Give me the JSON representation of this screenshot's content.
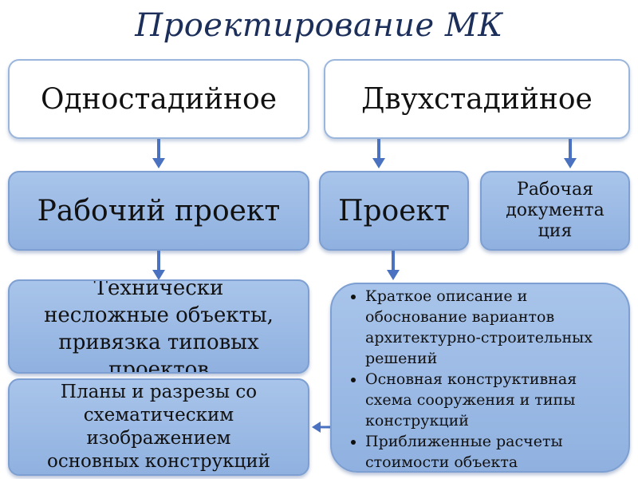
{
  "title": "Проектирование МК",
  "top_boxes": {
    "left": "Одностадийное",
    "right": "Двухстадийное"
  },
  "mid_boxes": {
    "working_project": "Рабочий проект",
    "project": "Проект",
    "working_docs_lines": [
      "Рабочая",
      "документа",
      "ция"
    ]
  },
  "lower_left": {
    "simple_objects_lines": [
      "Технически",
      "несложные объекты,",
      "привязка типовых",
      "проектов"
    ],
    "plans_lines": [
      "Планы и разрезы со",
      "схематическим",
      "изображением",
      "основных конструкций"
    ]
  },
  "project_contents": [
    "Краткое описание и обоснование вариантов архитектурно-строительных решений",
    "Основная конструктивная схема сооружения и типы конструкций",
    "Приближенные расчеты стоимости объекта"
  ],
  "colors": {
    "title": "#1c2f5a",
    "arrow": "#4a72c0",
    "box_fill": "#9dbbe6",
    "box_border": "#7d9fd2"
  }
}
